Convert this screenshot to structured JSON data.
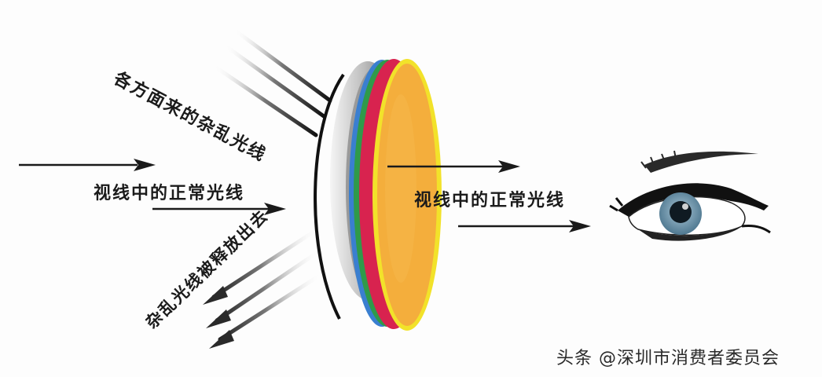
{
  "labels": {
    "stray_light_incoming": "各方面来的杂乱光线",
    "normal_sight_left": "视线中的正常光线",
    "normal_sight_right": "视线中的正常光线",
    "stray_light_released": "杂乱光线被释放出去"
  },
  "watermark": "头条 @深圳市消费者委员会",
  "icons": [
    "lens-icon",
    "eye-icon",
    "arrow-icon"
  ],
  "colors": {
    "lens_face": "#f4ae3c",
    "lens_rim_yellow": "#f2e22a",
    "lens_layer_red": "#d8234f",
    "lens_layer_green": "#2f9a4a",
    "lens_layer_blue": "#3a7fd0",
    "iris": "#6f96ae",
    "arrow": "#1a1a1a"
  }
}
